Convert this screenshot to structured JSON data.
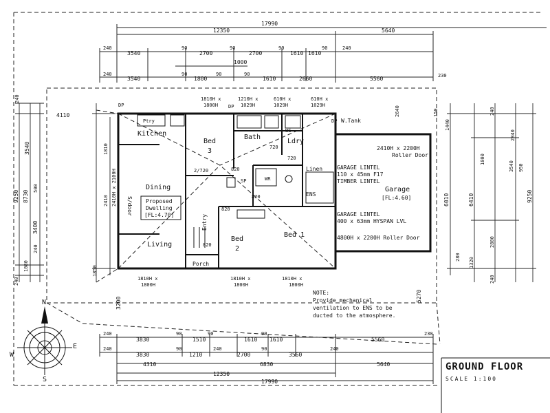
{
  "title": "GROUND FLOOR",
  "scale": "SCALE 1:100",
  "rooms": {
    "kitchen": "Kitchen",
    "ptry": "Ptry",
    "bed3": "Bed",
    "bed3_num": "3",
    "bath": "Bath",
    "wc": "WC",
    "ldry": "Ldry",
    "linen": "Linen",
    "ens": "ENS",
    "dining": "Dining",
    "living": "Living",
    "proposed_l1": "Proposed",
    "proposed_l2": "Dwelling",
    "proposed_l3": "[FL:4.70]",
    "entry": "Entry",
    "bed2": "Bed",
    "bed2_num": "2",
    "bed1": "Bed 1",
    "porch": "Porch",
    "garage": "Garage",
    "garage_fl": "[FL:4.60]",
    "sdoor": "S/door",
    "wr": "WR",
    "sp": "SP"
  },
  "labels": {
    "garage_lintel_1a": "GARAGE LINTEL",
    "garage_lintel_1b": "110 x 45mm F17",
    "garage_lintel_1c": "TIMBER LINTEL",
    "garage_lintel_2a": "GARAGE LINTEL",
    "garage_lintel_2b": "400 x 63mm HYSPAN LVL",
    "roller_door_top_a": "2410H x 2200H",
    "roller_door_top_b": "Roller Door",
    "roller_door_bottom": "4800H x 2200H Roller Door",
    "w_tank": "W.Tank",
    "win_1810": "1810H x",
    "win_1800": "1800H",
    "win_1210": "1210H x",
    "win_1029": "1029H",
    "win_610": "610H x",
    "win_2410_2100": "2410H x 2100H",
    "win_820": "820",
    "win_2_720": "2/720",
    "dp": "DP",
    "door_720": "720"
  },
  "note": {
    "heading": "NOTE:",
    "lines": [
      "Provide mechanical",
      "ventilation to ENS to be",
      "ducted to the atmosphere."
    ]
  },
  "dims_top": {
    "overall": "17990",
    "row1": [
      "12350",
      "5640"
    ],
    "row2": [
      "240",
      "3540",
      "90",
      "2700",
      "90",
      "2700",
      "90",
      "1610",
      "90",
      "1610",
      "240"
    ],
    "row3": [
      "240",
      "3540",
      "90",
      "1800",
      "90",
      "1000",
      "90",
      "1610",
      "2660",
      "5560",
      "230"
    ]
  },
  "dims_bottom": {
    "row1": [
      "240",
      "3830",
      "90",
      "1510",
      "90",
      "1610",
      "90",
      "1610",
      "5560",
      "230"
    ],
    "row2": [
      "240",
      "3830",
      "90",
      "1210",
      "240",
      "2700",
      "90",
      "3560",
      "240"
    ],
    "row3": [
      "4310",
      "6830",
      "5640"
    ],
    "row4": [
      "12350"
    ],
    "overall": "17990"
  },
  "dims_left": [
    "240",
    "4110",
    "3540",
    "1810",
    "9250",
    "8730",
    "500",
    "2410",
    "3400",
    "240",
    "1080",
    "1850",
    "240",
    "3200"
  ],
  "dims_right": [
    "2640",
    "150",
    "1440",
    "240",
    "2840",
    "1000",
    "3540",
    "6010",
    "6410",
    "9250",
    "950",
    "1320",
    "2800",
    "280",
    "240",
    "5270"
  ],
  "compass": {
    "n": "N",
    "s": "S",
    "e": "E",
    "w": "W"
  }
}
